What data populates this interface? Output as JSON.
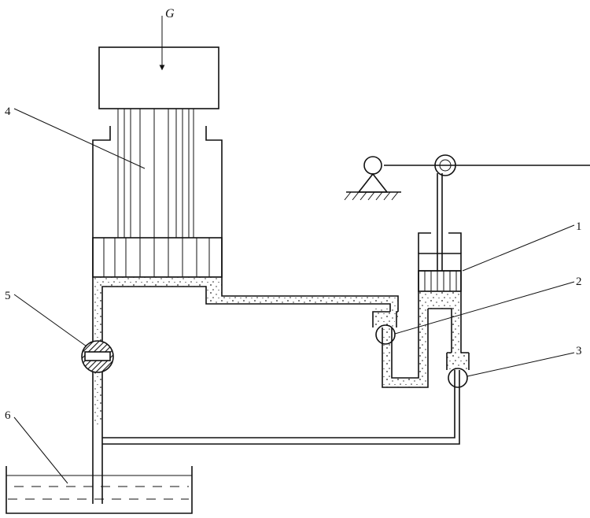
{
  "labels": {
    "force": "G",
    "piston_small": "1",
    "valve_inlet": "2",
    "valve_outlet": "3",
    "piston_large": "4",
    "release_valve": "5",
    "reservoir": "6"
  }
}
